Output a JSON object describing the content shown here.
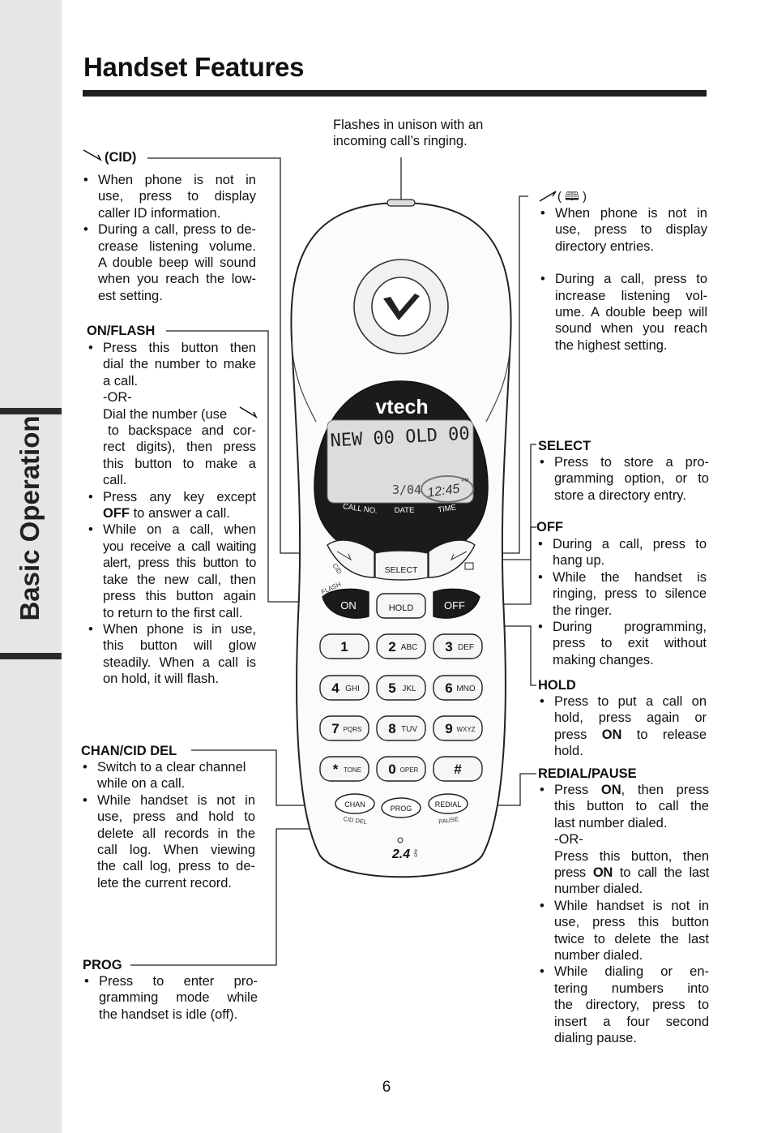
{
  "sidebar_tab": "Basic Operation",
  "title": "Handset Features",
  "page_number": "6",
  "top_note": [
    "Flashes in unison with an",
    "incoming call’s ringing."
  ],
  "cid": {
    "heading": "(CID)",
    "b1": [
      "When phone is not in",
      "use, press to display",
      "caller ID information."
    ],
    "b2": [
      "During a call, press to de-",
      "crease listening volume.",
      "A double beep will sound",
      "when you reach the low-",
      "est setting."
    ]
  },
  "onflash": {
    "heading": "ON/FLASH",
    "b1": [
      "Press this button then",
      "dial the number to make",
      "a call."
    ],
    "or": "-OR-",
    "b1b": [
      "Dial the number (use",
      "to backspace and cor-",
      "rect digits), then press",
      "this button to make a",
      "call."
    ],
    "b2a": "Press any key except",
    "b2_bold": "OFF",
    "b2b": "to answer a call.",
    "b3": [
      "While on a call, when",
      "you receive a call waiting",
      "alert, press this button to",
      "take the new call, then",
      "press this button again",
      "to return to the first call."
    ],
    "b4": [
      "When phone is in use,",
      "this button will glow",
      "steadily. When a call is",
      "on hold, it will flash."
    ]
  },
  "chan": {
    "heading": "CHAN/CID DEL",
    "b1": [
      "Switch to a clear channel",
      "while on a call."
    ],
    "b2": [
      "While handset is not in",
      "use, press and hold to",
      "delete all records in the",
      "call log. When viewing",
      "the call log, press to de-",
      "lete the current record."
    ]
  },
  "prog": {
    "heading": "PROG",
    "b1": [
      "Press to enter pro-",
      "gramming mode while",
      "the handset is idle (off)."
    ]
  },
  "dir": {
    "heading": "( 🕮 )",
    "b1": [
      "When phone is not in",
      "use, press to display",
      "directory entries."
    ],
    "b2": [
      "During a call, press to",
      "increase listening vol-",
      "ume. A double beep will",
      "sound when you reach",
      "the highest setting."
    ]
  },
  "select": {
    "heading": "SELECT",
    "b1": [
      "Press to store a pro-",
      "gramming option, or to",
      "store a directory entry."
    ]
  },
  "off": {
    "heading": "OFF",
    "b1": [
      "During a call, press to",
      "hang up."
    ],
    "b2": [
      "While the handset is",
      "ringing, press to silence",
      "the ringer."
    ],
    "b3": [
      "During programming,",
      "press to exit without",
      "making changes."
    ]
  },
  "hold": {
    "heading": "HOLD",
    "b1a": [
      "Press to put a call on",
      "hold, press again or"
    ],
    "b1_pre": "press",
    "b1_bold": "ON",
    "b1_post": "to release",
    "b1_end": "hold."
  },
  "redial": {
    "heading": "REDIAL/PAUSE",
    "b1_pre": "Press",
    "b1_bold": "ON",
    "b1_post": ", then press",
    "b1": [
      "this button to call the",
      "last number dialed."
    ],
    "or": "-OR-",
    "b1c": "Press this button, then",
    "b1d_pre": "press",
    "b1d_bold": "ON",
    "b1d_post": "to call the last",
    "b1e": "number dialed.",
    "b2": [
      "While handset is not in",
      "use, press this button",
      "twice to delete the last",
      "number dialed."
    ],
    "b3": [
      "While dialing or en-",
      "tering numbers into",
      "the directory, press to",
      "insert a four second",
      "dialing pause."
    ]
  },
  "phone": {
    "brand": "vtech",
    "lcd_line": "NEW 00 OLD 00",
    "lcd_date": "3/04",
    "lcd_time": "12:45",
    "lcd_ampm": "PM",
    "lbl_callno": "CALL NO.",
    "lbl_date": "DATE",
    "lbl_time": "TIME",
    "btn_select": "SELECT",
    "lbl_cid": "CID",
    "lbl_flash": "FLASH",
    "btn_on": "ON",
    "btn_hold": "HOLD",
    "btn_off": "OFF",
    "keys": [
      {
        "d": "1",
        "l": ""
      },
      {
        "d": "2",
        "l": "ABC"
      },
      {
        "d": "3",
        "l": "DEF"
      },
      {
        "d": "4",
        "l": "GHI"
      },
      {
        "d": "5",
        "l": "JKL"
      },
      {
        "d": "6",
        "l": "MNO"
      },
      {
        "d": "7",
        "l": "PQRS"
      },
      {
        "d": "8",
        "l": "TUV"
      },
      {
        "d": "9",
        "l": "WXYZ"
      },
      {
        "d": "*",
        "l": "TONE"
      },
      {
        "d": "0",
        "l": "OPER"
      },
      {
        "d": "#",
        "l": ""
      }
    ],
    "btn_chan": "CHAN",
    "lbl_ciddel": "CID DEL",
    "btn_prog": "PROG",
    "btn_redial": "REDIAL",
    "lbl_pause": "PAUSE",
    "badge": "2.4",
    "badge_unit": "GHz"
  }
}
